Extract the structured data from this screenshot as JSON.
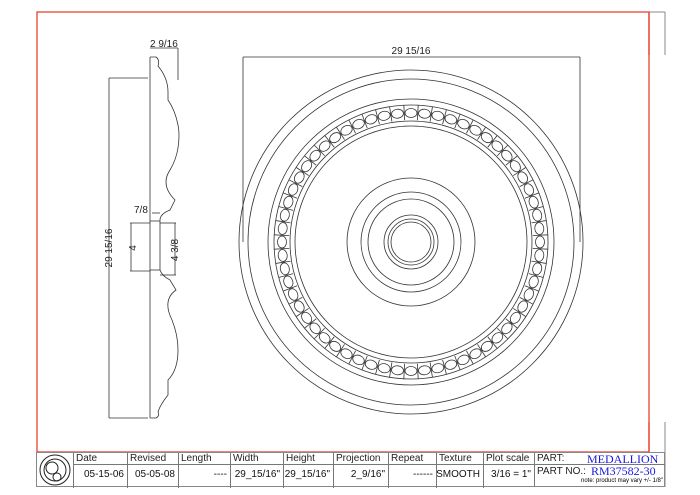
{
  "drawing": {
    "front_width_dim": "29 15/16",
    "profile_height_dim": "29 15/16",
    "profile_projection_dim": "2 9/16",
    "center_recess_dim": "7/8",
    "center_hole_dim": "4",
    "center_step_dim": "4 3/8",
    "border_color": "#e8412c"
  },
  "title_block": {
    "columns": [
      {
        "header": "Date",
        "value": "05-15-06"
      },
      {
        "header": "Revised",
        "value": "05-05-08"
      },
      {
        "header": "Length",
        "value": "----"
      },
      {
        "header": "Width",
        "value": "29_15/16\""
      },
      {
        "header": "Height",
        "value": "29_15/16\""
      },
      {
        "header": "Projection",
        "value": "2_9/16\""
      },
      {
        "header": "Repeat",
        "value": "------"
      },
      {
        "header": "Texture",
        "value": "SMOOTH"
      },
      {
        "header": "Plot scale",
        "value": "3/16 = 1\""
      }
    ],
    "part_label": "PART:",
    "part_value": "MEDALLION",
    "part_no_label": "PART NO.:",
    "part_no_value": "RM37582-30",
    "note": "note: product may vary +/- 1/8\"",
    "part_color": "#1a1ae0"
  }
}
